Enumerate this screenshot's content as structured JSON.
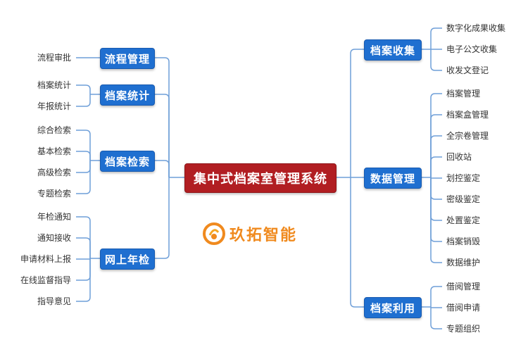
{
  "center": {
    "label": "集中式档案室管理系统"
  },
  "logo": {
    "text": "玖拓智能"
  },
  "colors": {
    "branch": "#1f6fd0",
    "center": "#b11e22",
    "line": "#6f9fd8",
    "logo": "#f08a1e"
  },
  "left_branches": [
    {
      "label": "流程管理",
      "children": [
        "流程审批"
      ]
    },
    {
      "label": "档案统计",
      "children": [
        "档案统计",
        "年报统计"
      ]
    },
    {
      "label": "档案检索",
      "children": [
        "综合检索",
        "基本检索",
        "高级检索",
        "专题检索"
      ]
    },
    {
      "label": "网上年检",
      "children": [
        "年检通知",
        "通知接收",
        "申请材料上报",
        "在线监督指导",
        "指导意见"
      ]
    }
  ],
  "right_branches": [
    {
      "label": "档案收集",
      "children": [
        "数字化成果收集",
        "电子公文收集",
        "收发文登记"
      ]
    },
    {
      "label": "数据管理",
      "children": [
        "档案管理",
        "档案盒管理",
        "全宗卷管理",
        "回收站",
        "划控鉴定",
        "密级鉴定",
        "处置鉴定",
        "档案销毁",
        "数据维护"
      ]
    },
    {
      "label": "档案利用",
      "children": [
        "借阅管理",
        "借阅申请",
        "专题组织"
      ]
    }
  ]
}
